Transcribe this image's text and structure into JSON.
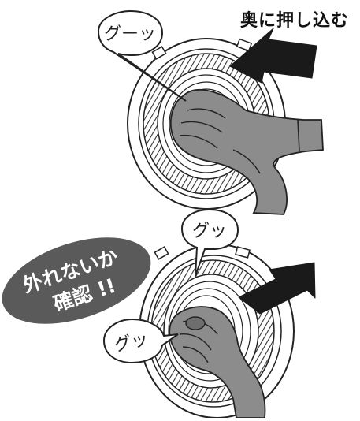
{
  "step1": {
    "instruction": "奥に押し込む",
    "bubble": "グーッ"
  },
  "step2": {
    "badge_line1": "外れないか",
    "badge_line2": "確認 !!",
    "bubble_top": "グッ",
    "bubble_left": "グッ"
  },
  "colors": {
    "line": "#222222",
    "glove": "#8c8c8c",
    "glove_shadow": "#6e6e6e",
    "arrow": "#1a1a1a",
    "badge": "#5a5a5a",
    "badge_text": "#ffffff"
  }
}
